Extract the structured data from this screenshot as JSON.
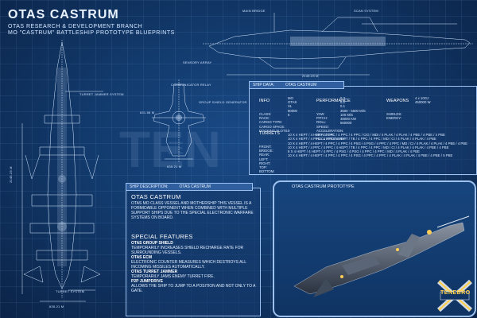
{
  "header": {
    "title": "OTAS CASTRUM",
    "subtitle1": "OTAS RESEARCH & DEVELOPMENT BRANCH",
    "subtitle2": "MO \"CASTRUM\" BATTLESHIP PROTOTYPE BLUEPRINTS"
  },
  "labels": {
    "turret_jammer": "TURRET JAMMER SYSTEM",
    "turret_system": "TURRET SYSTEM",
    "comm_relay": "COMMUNICATOR RELAY",
    "shield_gen": "GROUP SHIELD GENERATOR",
    "main_bridge": "MAIN BRIDGE",
    "scan_system": "SCAN SYSTEM",
    "sensory_array": "SENSORY ARRAY"
  },
  "dimensions": {
    "length": "2145.23 M",
    "height": "631.56 M",
    "width": "635.21 M"
  },
  "ship_data": {
    "tab": "SHIP DATA:",
    "tab_name": "OTAS CASTRUM",
    "sections": {
      "info": "INFO",
      "performance": "PERFORMANCE",
      "weapons": "WEAPONS",
      "turrets": "TURRETS"
    },
    "info_labels": "CLASS:\nRACE:\nCARGO TYPE:\nCARGO SPACE:\nDOCKING SLOTS:",
    "info_values": "MO\nOTAS\nXL\n80000\n6",
    "perf_labels": "YAW:\nPITCH:\nROLL:\nSPEED:\nACCELERATION:\nREACTOR:\nHULL STRENGTH:",
    "perf_values": "0.3\n0.2\n0.1\n3500 - 5500 M/S\n100 M/S\n48000 KW\n560000",
    "weapon_labels": "SHIELDS:\nENERGY:",
    "weapon_values": "4 x 10GJ\n450000 W",
    "turret_labels": "FRONT:\nBRIDGE:\nREAR:\nLEFT:\nRIGHT:\nTOP:\nBOTTOM:",
    "turret_values": "0\n10 X 4 HEPT / 4 HEPT / 4 PPC / 4 PPC / 4 PPC / CIG / MDI / 4 PLAK / 4 PLAK / 4 PBE / 4 PBE / 4 PBE\n10 X 4 HEPT / 4 PPC / 4 PPC / 4 HEPT / TB / 4 PPC / 4 PPC / MD / CI / 4 PLAK / 4 PLAK / 4 PBE\n10 X 4 HEPT / 4 HEPT / 4 PPC / 4 PPC / 4 PSG / 4 PSG / 4 PPC / 4 PPC / MD / CI / 4 PLAK / 4 PLAK / 4 PBE / 4 PBE\n10 X 4 HEPT / 4 PPC / 4 PPC / 4 HEPT / TB / 4 PPC / 4 PPC / MD / CI / 4 PLAK / 4 PLAK / 4 PBE / 4 PBE\n8 X 4 HEPT / 4 HEPT / 4 PPC / 4 PSG / 4 PSG / 4 PPC / 4 PPC / MD / 4 PLAK / 4 PBE\n10 X 4 HEPT / 4 HEPT / 4 PPC / 4 PPC / 4 PSG / 4 PPC / 4 PPC / 4 PLAK / 4 PLAK / 4 PBE / 4 PBE / 5 PBE"
  },
  "description": {
    "tab": "SHIP DESCRIPTION:",
    "tab_name": "OTAS CASTRUM",
    "heading": "OTAS CASTRUM",
    "body": "OTAS MO CLASS VESSEL AND MOTHERSHIP THIS VESSEL IS A FORMIDABLE OPPONENT WHEN COMBINED WITH MULTIPLE SUPPORT SHIPS DUE TO THE SPECIAL ELECTRONIC WARFARE SYSTEMS ON BOARD."
  },
  "features": {
    "heading": "SPECIAL FEATURES",
    "items": [
      {
        "name": "OTAS GROUP SHIELD",
        "text": "TEMPORARILY INCREASES SHIELD RECHARGE RATE FOR SURROUNDING VESSELS."
      },
      {
        "name": "OTAS ECM",
        "text": "ELECTRONIC COUNTER MEASURES WHICH DESTROYS ALL INCOMING MISSILES AUTOMATICALLY."
      },
      {
        "name": "OTAS TURRET JAMMER",
        "text": "TEMPORARILY JAMS ENEMY TURRET FIRE."
      },
      {
        "name": "P2P JUMPDRIVE",
        "text": "ALLOWS THE SHIP TO JUMP TO A POSITION AND NOT ONLY TO A GATE."
      }
    ]
  },
  "prototype": {
    "title": "OTAS CASTRUM PROTOTYPE",
    "logo_text": "TENEBRO"
  }
}
